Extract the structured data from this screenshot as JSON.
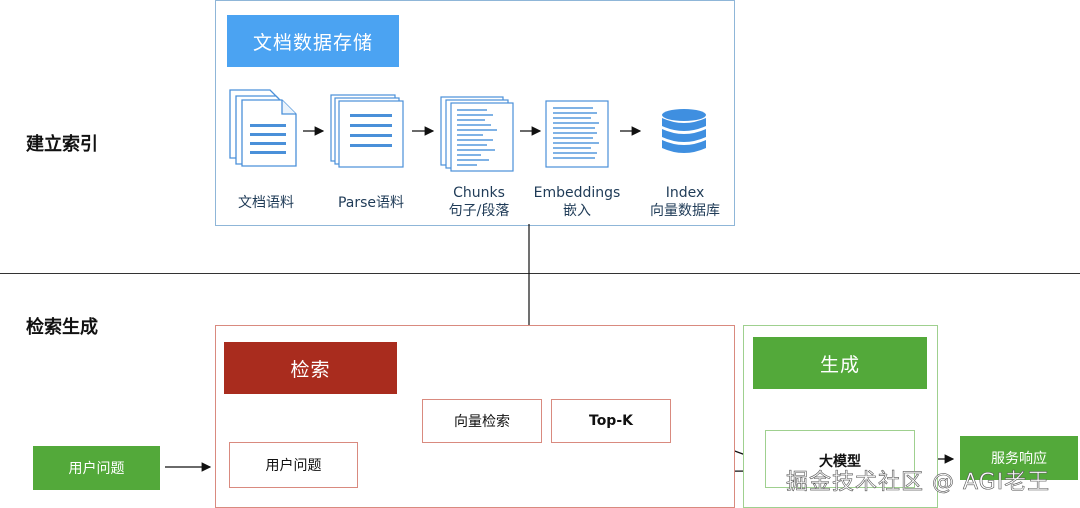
{
  "sections": {
    "index_label": "建立索引",
    "query_label": "检索生成"
  },
  "storage": {
    "title": "文档数据存储",
    "steps": [
      {
        "line1": "文档语料",
        "line2": "",
        "icon": "document-stack-icon"
      },
      {
        "line1": "Parse语料",
        "line2": "",
        "icon": "parsed-doc-icon"
      },
      {
        "line1": "Chunks",
        "line2": "句子/段落",
        "icon": "chunk-doc-icon"
      },
      {
        "line1": "Embeddings",
        "line2": "嵌入",
        "icon": "embedding-icon"
      },
      {
        "line1": "Index",
        "line2": "向量数据库",
        "icon": "database-icon"
      }
    ]
  },
  "retrieval": {
    "title": "检索",
    "user_question": "用户问题",
    "vector_search": "向量检索",
    "topk": "Top-K"
  },
  "generation": {
    "title": "生成",
    "llm": "大模型"
  },
  "input_node": "用户问题",
  "output_node": "服务响应",
  "watermark": "掘金技术社区 @ AGI老王",
  "colors": {
    "blue_header": "#4ba3f2",
    "red_header": "#a92c1e",
    "green_header": "#53a93a",
    "divider": "#333333"
  }
}
